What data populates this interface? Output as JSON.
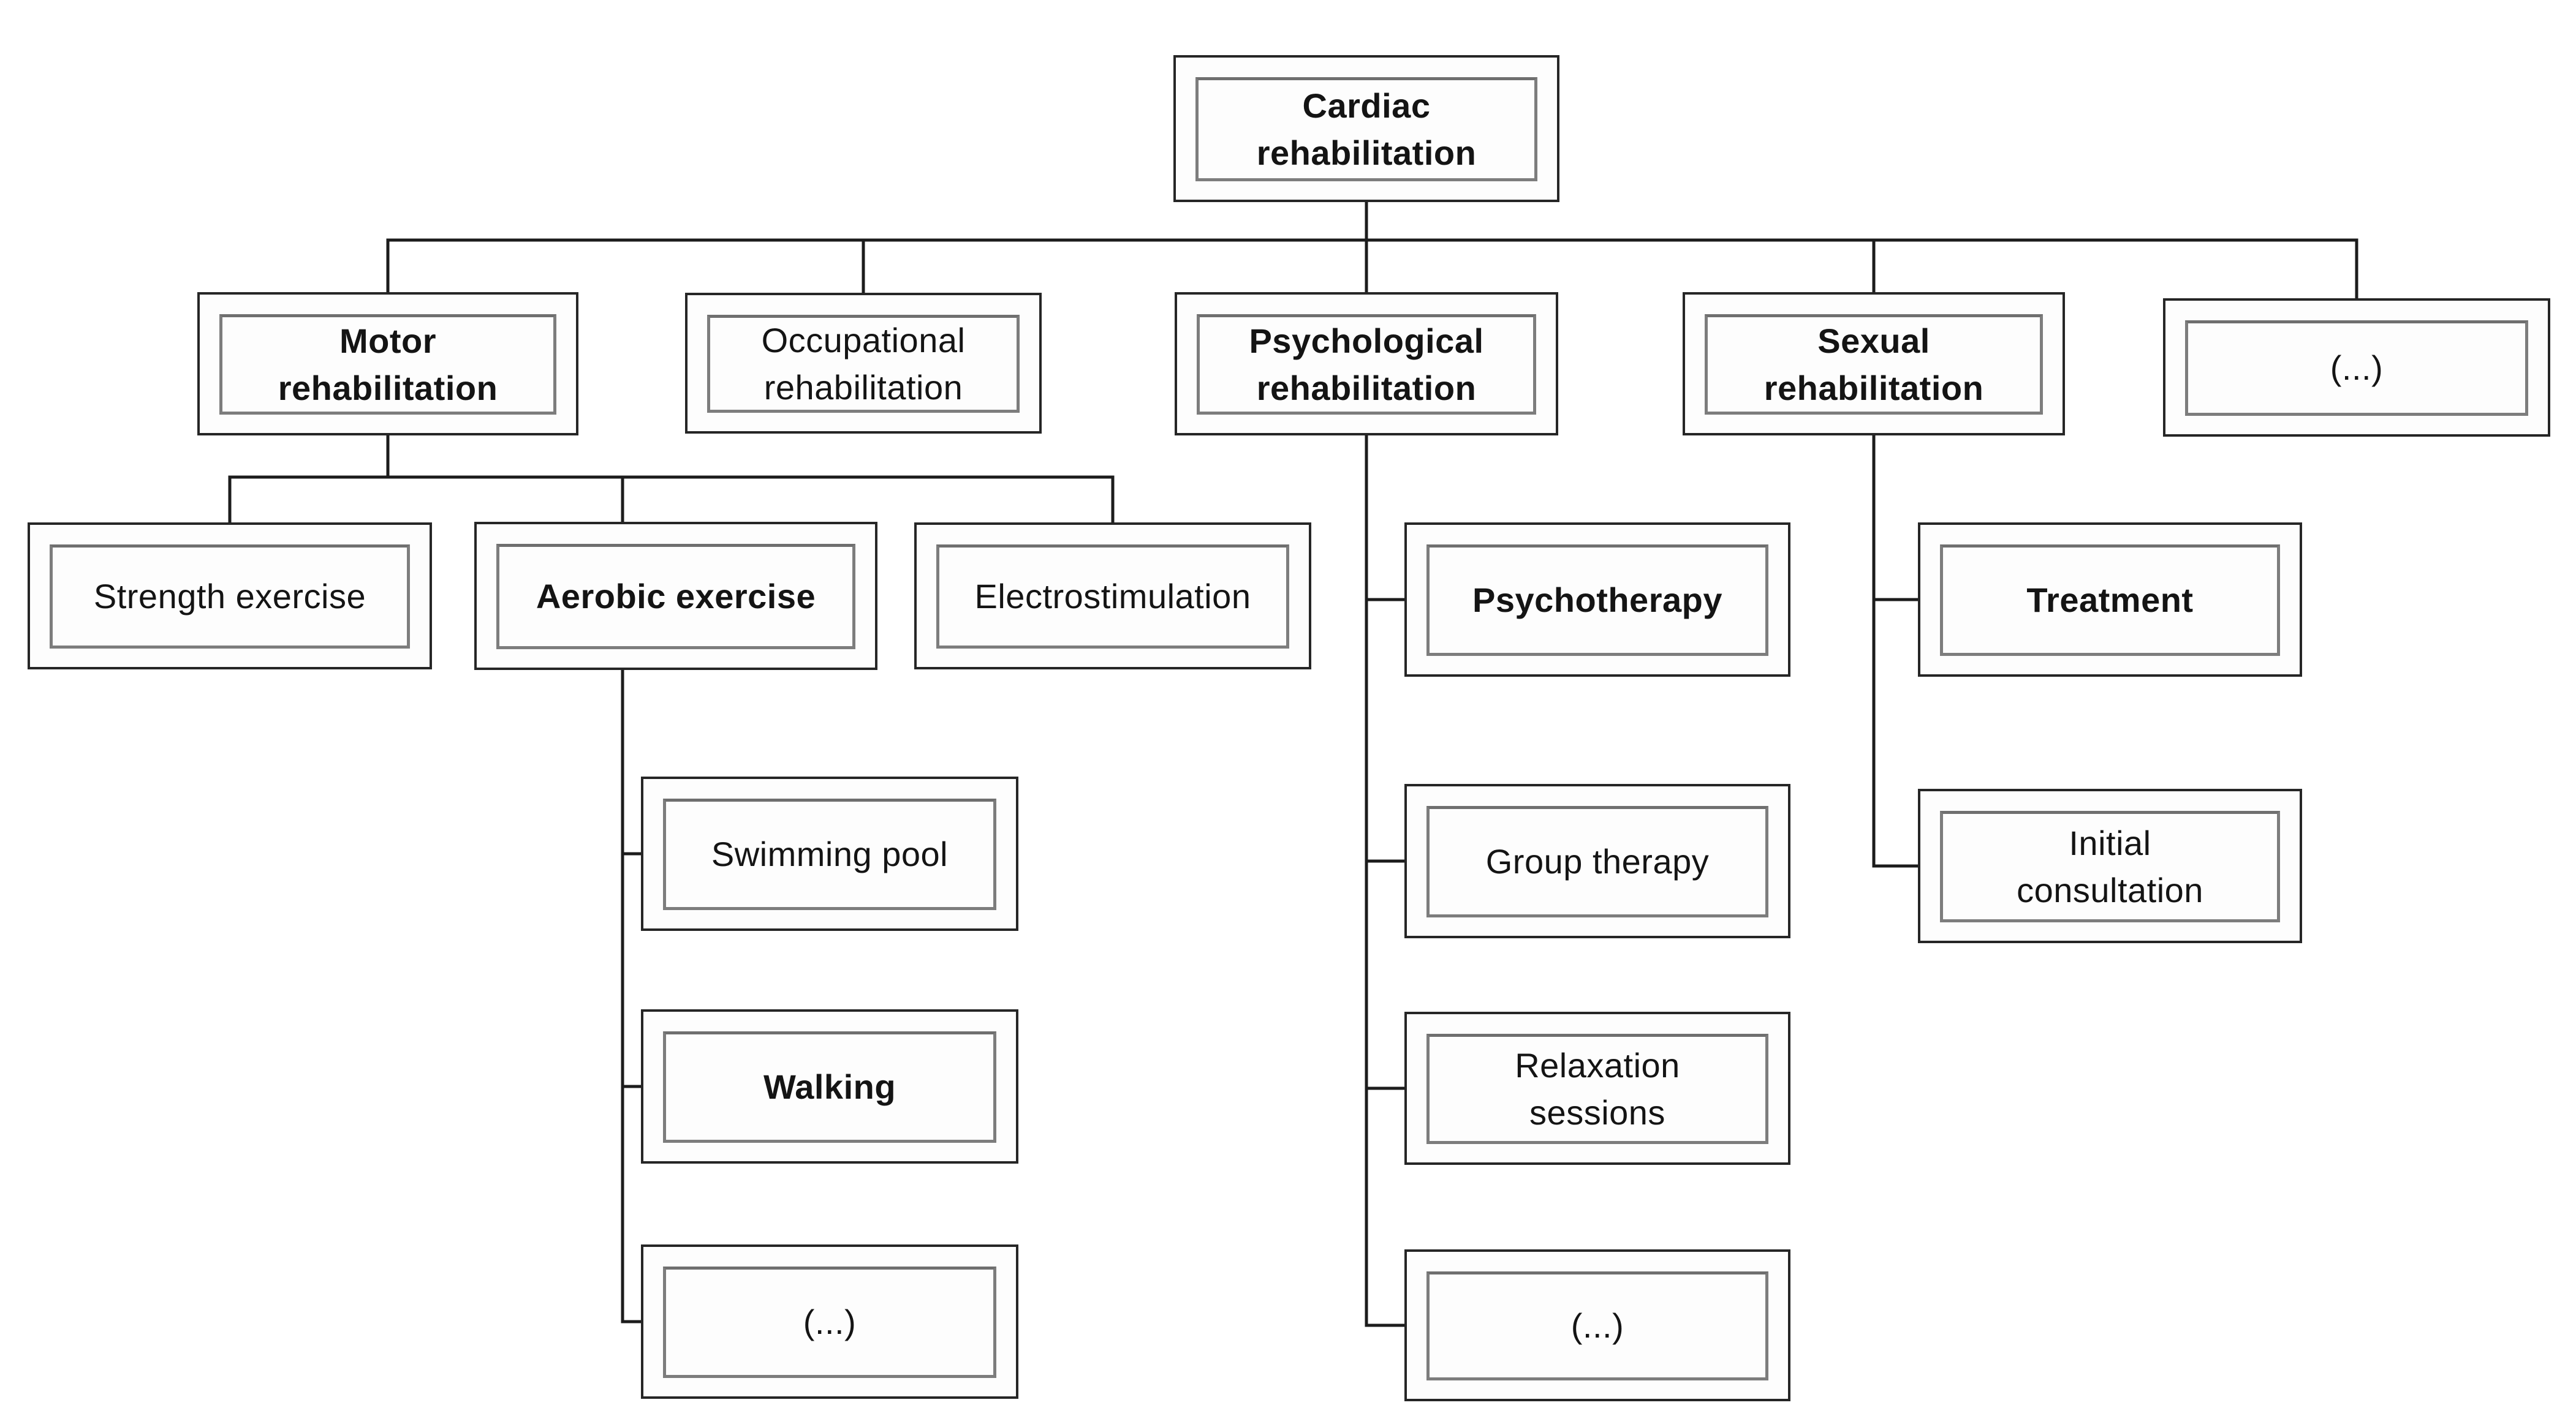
{
  "diagram": {
    "type": "organization-chart",
    "background_color": "#ffffff",
    "line_color": "#1c1c1c",
    "outer_border_color": "#262626",
    "inner_border_color": "#7d7d7d",
    "text_color": "#141414",
    "root": {
      "label": [
        "Cardiac",
        "rehabilitation"
      ],
      "bold": true
    },
    "level2": [
      {
        "label": [
          "Motor",
          "rehabilitation"
        ],
        "bold": true
      },
      {
        "label": [
          "Occupational",
          "rehabilitation"
        ],
        "bold": false
      },
      {
        "label": [
          "Psychological",
          "rehabilitation"
        ],
        "bold": true
      },
      {
        "label": [
          "Sexual",
          "rehabilitation"
        ],
        "bold": true
      },
      {
        "label": [
          "(...)"
        ],
        "bold": false
      }
    ],
    "motor_children": [
      {
        "label": [
          "Strength exercise"
        ],
        "bold": false
      },
      {
        "label": [
          "Aerobic exercise"
        ],
        "bold": true
      },
      {
        "label": [
          "Electrostimulation"
        ],
        "bold": false
      }
    ],
    "aerobic_children": [
      {
        "label": [
          "Swimming pool"
        ],
        "bold": false
      },
      {
        "label": [
          "Walking"
        ],
        "bold": true
      },
      {
        "label": [
          "(...)"
        ],
        "bold": false
      }
    ],
    "psychological_children": [
      {
        "label": [
          "Psychotherapy"
        ],
        "bold": true
      },
      {
        "label": [
          "Group therapy"
        ],
        "bold": false
      },
      {
        "label": [
          "Relaxation",
          "sessions"
        ],
        "bold": false
      },
      {
        "label": [
          "(...)"
        ],
        "bold": false
      }
    ],
    "sexual_children": [
      {
        "label": [
          "Treatment"
        ],
        "bold": true
      },
      {
        "label": [
          "Initial",
          "consultation"
        ],
        "bold": false
      }
    ]
  }
}
